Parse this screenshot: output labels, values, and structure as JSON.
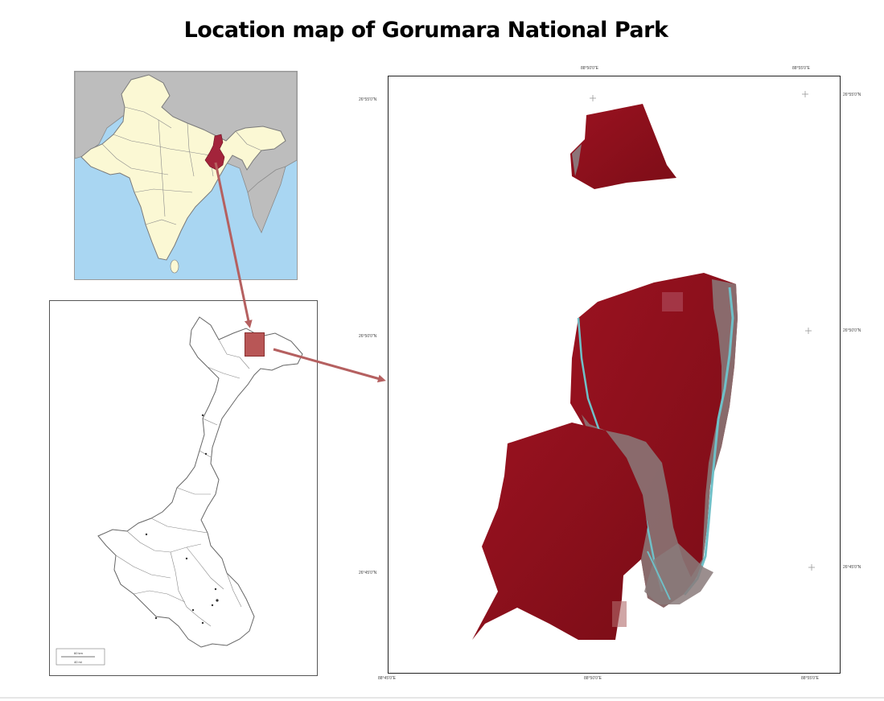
{
  "header": {
    "title": "Location map of Gorumara National Park"
  },
  "colors": {
    "land_india": "#fbf8d4",
    "land_neighbour": "#bdbdbd",
    "sea": "#a9d6f2",
    "highlight": "#a3243b",
    "park_red": "#8e0f1a",
    "river": "#6fc0c8",
    "arrow": "#b56060",
    "locator_box": "#b85656"
  },
  "detail_map": {
    "top_ticks": [
      "88°50'0\"E",
      "88°55'0\"E"
    ],
    "bottom_ticks": [
      "88°45'0\"E",
      "88°50'0\"E",
      "88°55'0\"E"
    ],
    "left_ticks": [
      "26°55'0\"N",
      "26°50'0\"N",
      "26°45'0\"N"
    ],
    "right_ticks": [
      "26°55'0\"N",
      "26°50'0\"N",
      "26°45'0\"N"
    ]
  },
  "wb_map": {
    "scale_text_1": "60 km",
    "scale_text_2": "40 mi"
  }
}
